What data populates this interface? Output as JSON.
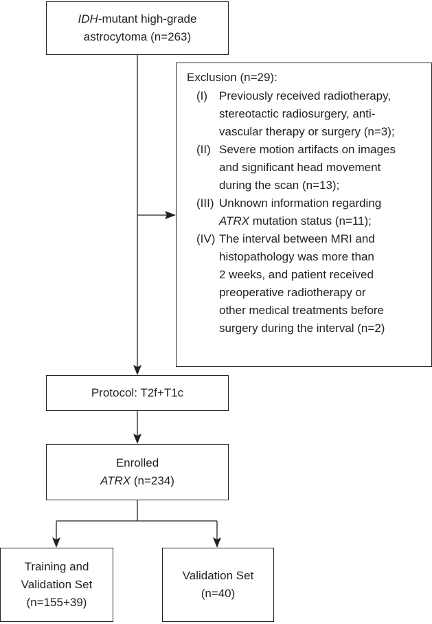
{
  "flowchart": {
    "start": {
      "line1_italic": "IDH",
      "line1_rest": "-mutant high-grade",
      "line2": "astrocytoma (n=263)"
    },
    "exclusion": {
      "title": "Exclusion (n=29):",
      "items": [
        {
          "num": "(I)",
          "lines": [
            "Previously received radiotherapy,",
            "stereotactic radiosurgery, anti-",
            "vascular therapy or surgery (n=3);"
          ]
        },
        {
          "num": "(II)",
          "lines": [
            "Severe motion artifacts on images",
            "and significant head movement",
            "during the scan (n=13);"
          ]
        },
        {
          "num": "(III)",
          "line1": "Unknown information regarding",
          "line2_italic": "ATRX",
          "line2_rest": " mutation status (n=11);"
        },
        {
          "num": "(IV)",
          "lines": [
            "The interval between MRI and",
            "histopathology was more than",
            "2 weeks, and patient received",
            "preoperative radiotherapy or",
            "other medical treatments before",
            "surgery during the interval (n=2)"
          ]
        }
      ]
    },
    "protocol": {
      "label": "Protocol: T2f+T1c"
    },
    "enrolled": {
      "line1": "Enrolled",
      "line2_italic": "ATRX",
      "line2_rest": " (n=234)"
    },
    "training": {
      "line1": "Training and",
      "line2": "Validation Set",
      "line3": "(n=155+39)"
    },
    "validation": {
      "line1": "Validation Set",
      "line2": "(n=40)"
    }
  }
}
